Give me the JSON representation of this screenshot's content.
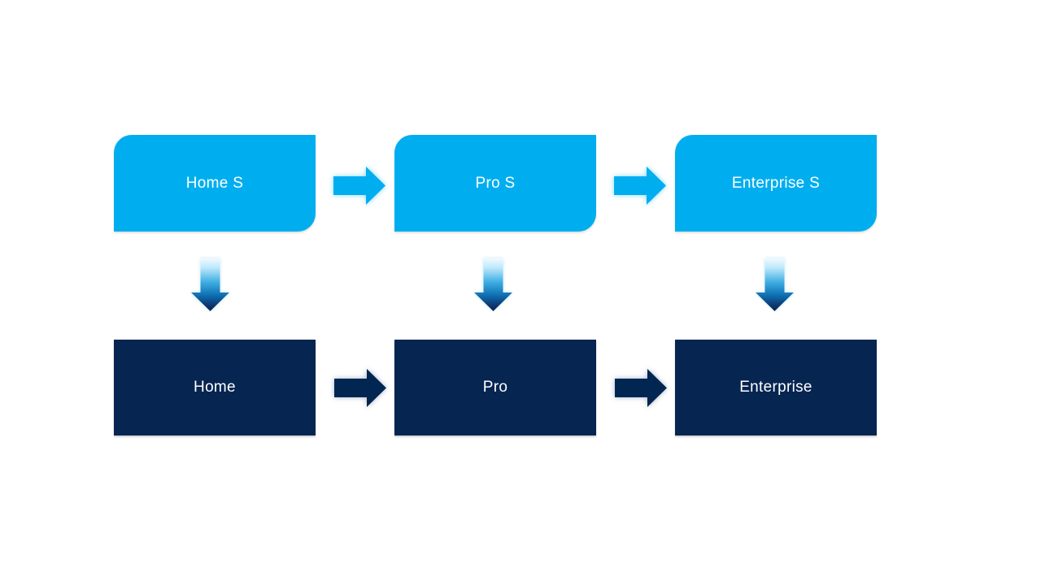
{
  "diagram": {
    "background_color": "#FFFFFF",
    "colors": {
      "top_box_fill": "#00AEEF",
      "bottom_box_fill": "#062551",
      "label_text": "#FFFFFF",
      "top_arrow_glow": "#7FD7F7",
      "bottom_arrow_glow": "#9FB0C4",
      "down_arrow_gradient_top": "#F2FAFF",
      "down_arrow_gradient_bottom": "#07224A"
    },
    "columns": [
      {
        "top_label": "Home S",
        "bottom_label": "Home"
      },
      {
        "top_label": "Pro S",
        "bottom_label": "Pro"
      },
      {
        "top_label": "Enterprise S",
        "bottom_label": "Enterprise"
      }
    ],
    "icons": {
      "right_arrow": "→",
      "down_arrow": "↓"
    }
  }
}
